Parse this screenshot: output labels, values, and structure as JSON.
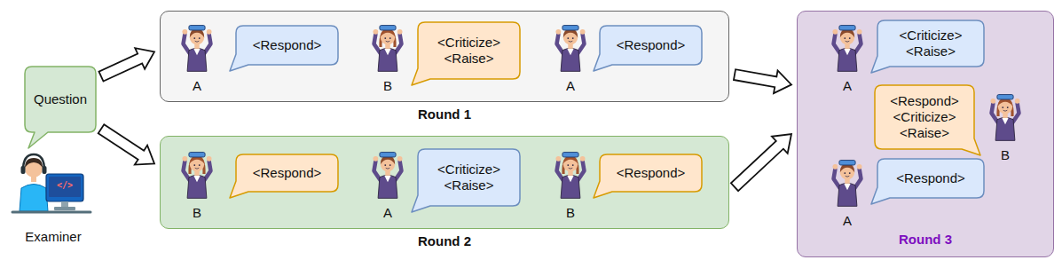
{
  "diagram": {
    "nodes": [
      {
        "text": [
          "Question"
        ]
      },
      {
        "text": [
          "Round 1"
        ]
      },
      {
        "text": [
          "<Respond>"
        ],
        "in": 1
      },
      {
        "text": [
          "<Criticize> <Raise>"
        ],
        "in": 1
      },
      {
        "text": [
          "<Respond>"
        ],
        "in": 1
      },
      {
        "text": [
          "Round 2"
        ]
      },
      {
        "text": [
          "<Respond>"
        ],
        "in": 5
      },
      {
        "text": [
          "<Criticize> <Raise>"
        ],
        "in": 5
      },
      {
        "text": [
          "<Respond>"
        ],
        "in": 5
      },
      {
        "text": [
          "Round 3"
        ]
      },
      {
        "text": [
          "<Criticize> <Raise>"
        ],
        "in": 9
      },
      {
        "text": [
          "<Respond> <Criticize> <Raise>"
        ],
        "in": 9
      },
      {
        "text": [
          "<Respond>"
        ],
        "in": 9
      }
    ],
    "edges": [
      {
        "from": 0,
        "to": 1,
        "arrow": "to"
      },
      {
        "from": 0,
        "to": 5,
        "arrow": "to"
      },
      {
        "from": 1,
        "to": 9,
        "arrow": "to"
      },
      {
        "from": 5,
        "to": 9,
        "arrow": "to"
      }
    ],
    "labels": [
      "Examiner",
      "</>",
      "A",
      "B",
      "A",
      "B",
      "A",
      "B",
      "A",
      "B",
      "A"
    ]
  }
}
